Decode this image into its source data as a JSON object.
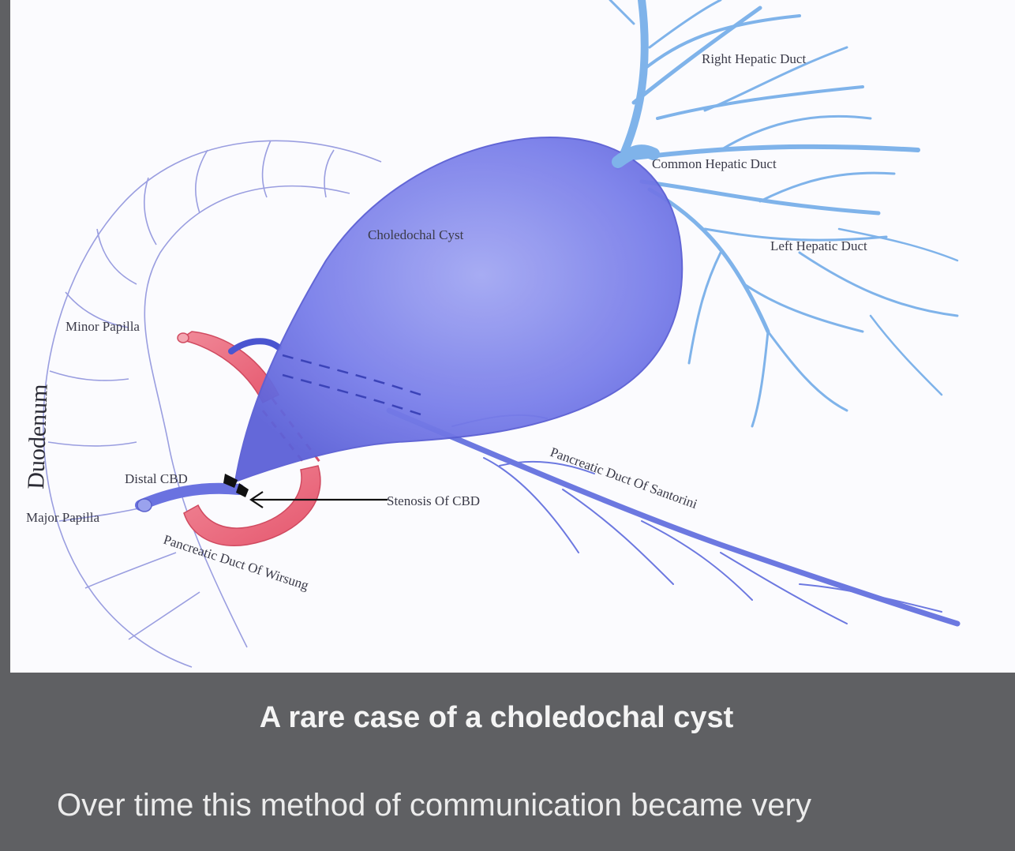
{
  "diagram": {
    "labels": {
      "right_hepatic_duct": "Right Hepatic Duct",
      "common_hepatic_duct": "Common Hepatic Duct",
      "left_hepatic_duct": "Left Hepatic Duct",
      "choledochal_cyst": "Choledochal Cyst",
      "minor_papilla": "Minor Papilla",
      "duodenum": "Duodenum",
      "distal_cbd": "Distal CBD",
      "major_papilla": "Major Papilla",
      "stenosis_of_cbd": "Stenosis Of CBD",
      "pancreatic_duct_santorini": "Pancreatic Duct Of Santorini",
      "pancreatic_duct_wirsung": "Pancreatic Duct Of Wirsung"
    },
    "colors": {
      "cyst": "#6f74e6",
      "hepatic_ducts": "#7fb3ea",
      "wirsung_duct": "#ee6a7d",
      "duodenum_outline": "#9a9ee0"
    }
  },
  "caption": {
    "title": "A rare case of a choledochal cyst",
    "body": "Over time this method of communication became very"
  }
}
